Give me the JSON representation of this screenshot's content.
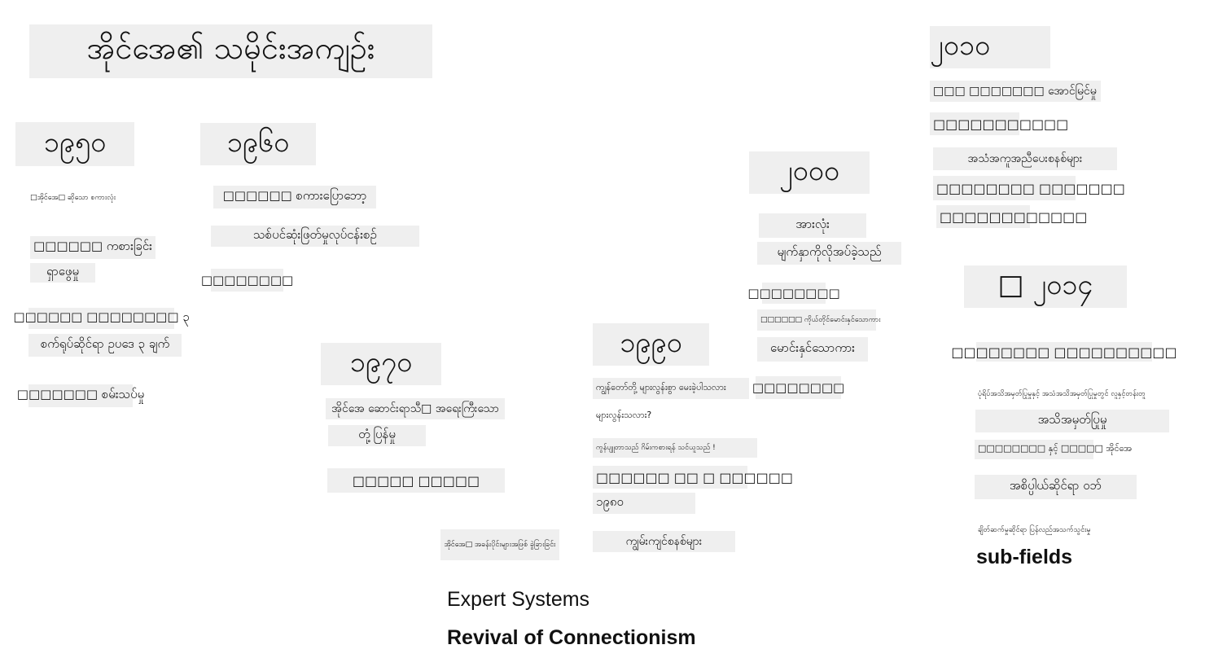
{
  "title": "အိုင်အေ၏ သမိုင်းအကျဉ်း",
  "years": {
    "y1": "၁၉၅၀",
    "y2": "၁၉၆၀",
    "y3": "၁၉၇၀",
    "y4": "၁၉၉၀",
    "y5": "၂၀၀၀",
    "y6": "၂၀၁၀",
    "y7": "□ ၂၀၁၄"
  },
  "col1950": {
    "l1": "□အိုင်အေ□ ဆိုသော စကားလုံး",
    "l2": "□□□□□□ ကစားခြင်း",
    "l3": "ရှာဖွေမှု",
    "l4": "□□□□□□ □□□□□□□□ ၃",
    "l5": "စက်ရုပ်ဆိုင်ရာ ဥပဒေ ၃ ချက်",
    "l6": "□□□□□□□ စမ်းသပ်မှု"
  },
  "col1960": {
    "l1": "□□□□□□ စကားပြောဘော့",
    "l2": "သစ်ပင်ဆုံးဖြတ်မှုလုပ်ငန်းစဉ်",
    "l3": "□□□□□□□□"
  },
  "col1970": {
    "l1": "အိုင်အေ ဆောင်းရာသီ□ အရေးကြီးသော",
    "l2": "တုံ့ပြန်မှု",
    "l3": "□□□□□ □□□□□",
    "l4": "အိုင်အေ□ အခန်းပိုင်းများအဖြစ် ခွဲခြားခြင်း",
    "l5": "Expert Systems",
    "l6": "Revival of Connectionism"
  },
  "col1990": {
    "l1": "ကျွန်တော်တို့ များလွန်းစွာ မေးခဲ့ပါသလား",
    "l2": "များလွန်းသလား?",
    "l3": "ကွန်ပျူတာသည် ဂိမ်းကစားရန် သင်ယူသည် !",
    "l4": "□□□□□□ □□ □ □□□□□□",
    "l5": "၁၉၈၀",
    "l6": "ကျွမ်းကျင်စနစ်များ"
  },
  "col2000": {
    "l1": "အားလုံး",
    "l2": "မျက်နှာကိုလိုအပ်ခဲ့သည်",
    "l3": "□□□□□□□□",
    "l4": "□□□□□□ ကိုယ်တိုင်မောင်းနှင်သောကား",
    "l5": "မောင်းနှင်သောကား",
    "l6": "□□□□□□□□"
  },
  "col2010": {
    "l1": "□□□ □□□□□□□ အောင်မြင်မှု",
    "l2": "□□□□□□□□□□□",
    "l3": "အသံအကူအညီပေးစနစ်များ",
    "l4": "□□□□□□□□ □□□□□□□",
    "l5": "□□□□□□□□□□□□"
  },
  "col2014": {
    "l1": "□□□□□□□□ □□□□□□□□□□",
    "l2": "ပုံရိပ်အသိအမှတ်ပြုမှုနှင့် အသံအသိအမှတ်ပြုမှုတွင် လူနှင့်တန်းတူ",
    "l3": "အသိအမှတ်ပြုမှု",
    "l4": "□□□□□□□□ နှင့် □□□□□ အိုင်အေ",
    "l5": "အစိပ္ပါယ်ဆိုင်ရာ ဝဘ်",
    "l6": "ချိတ်ဆက်မှုဆိုင်ရာ ပြန်လည်အသက်သွင်းမှု",
    "l7": "sub-fields"
  }
}
